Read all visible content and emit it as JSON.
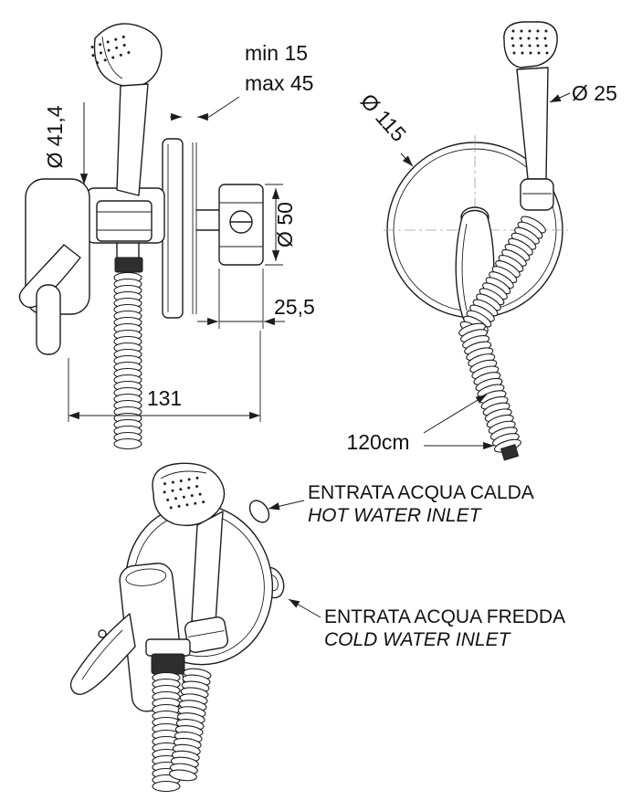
{
  "title": "Bidet mixer with hand shower - technical drawing",
  "colors": {
    "line": "#1d1d1d",
    "background": "#ffffff"
  },
  "views": {
    "side": {
      "dims": {
        "body_diameter": "Ø 41,4",
        "wall_min": "min 15",
        "wall_max": "max 45",
        "holder_diameter": "Ø 50",
        "offset": "25,5",
        "width": "131"
      }
    },
    "front": {
      "dims": {
        "plate_diameter": "Ø 115",
        "handshower_diameter": "Ø 25",
        "hose_length": "120cm"
      }
    },
    "perspective": {
      "labels": {
        "hot_it": "ENTRATA ACQUA CALDA",
        "hot_en": "HOT WATER INLET",
        "cold_it": "ENTRATA ACQUA FREDDA",
        "cold_en": "COLD WATER INLET"
      }
    }
  }
}
